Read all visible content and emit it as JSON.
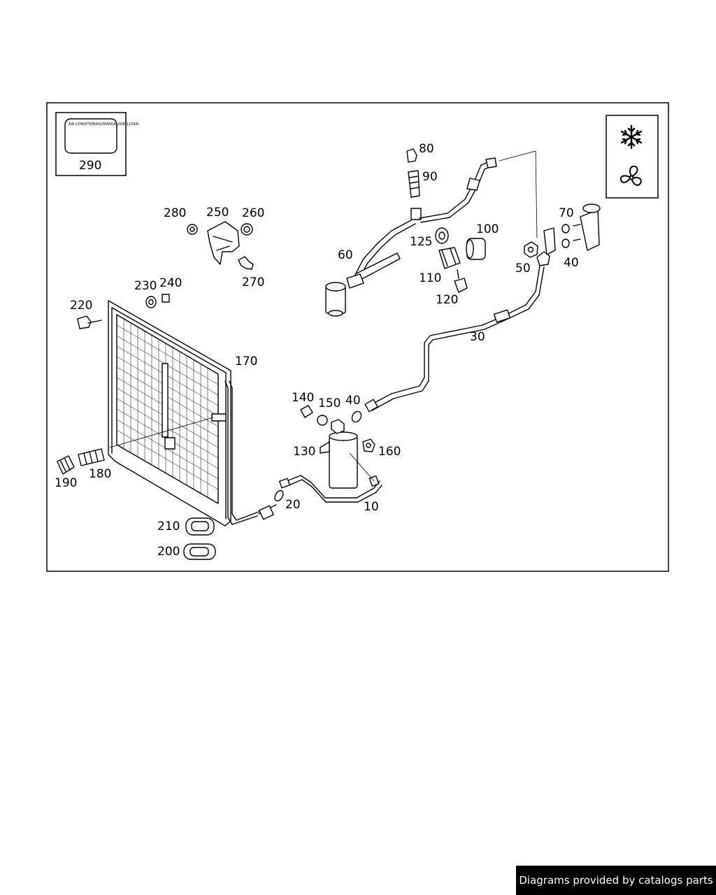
{
  "footer": {
    "credit": "Diagrams provided by catalogs parts"
  },
  "plate": {
    "text": "AIR CONDITIONING/MANUAL/DIE 1234/R",
    "part": "290"
  },
  "icons": [
    "snowflake-icon",
    "fan-icon"
  ],
  "callouts": {
    "p10": "10",
    "p20": "20",
    "p30": "30",
    "p40a": "40",
    "p40b": "40",
    "p50": "50",
    "p60": "60",
    "p70": "70",
    "p80": "80",
    "p90": "90",
    "p100": "100",
    "p110": "110",
    "p120": "120",
    "p125": "125",
    "p130": "130",
    "p140": "140",
    "p150": "150",
    "p160": "160",
    "p170": "170",
    "p180": "180",
    "p190": "190",
    "p200": "200",
    "p210": "210",
    "p220": "220",
    "p230": "230",
    "p240": "240",
    "p250": "250",
    "p260": "260",
    "p270": "270",
    "p280": "280"
  }
}
